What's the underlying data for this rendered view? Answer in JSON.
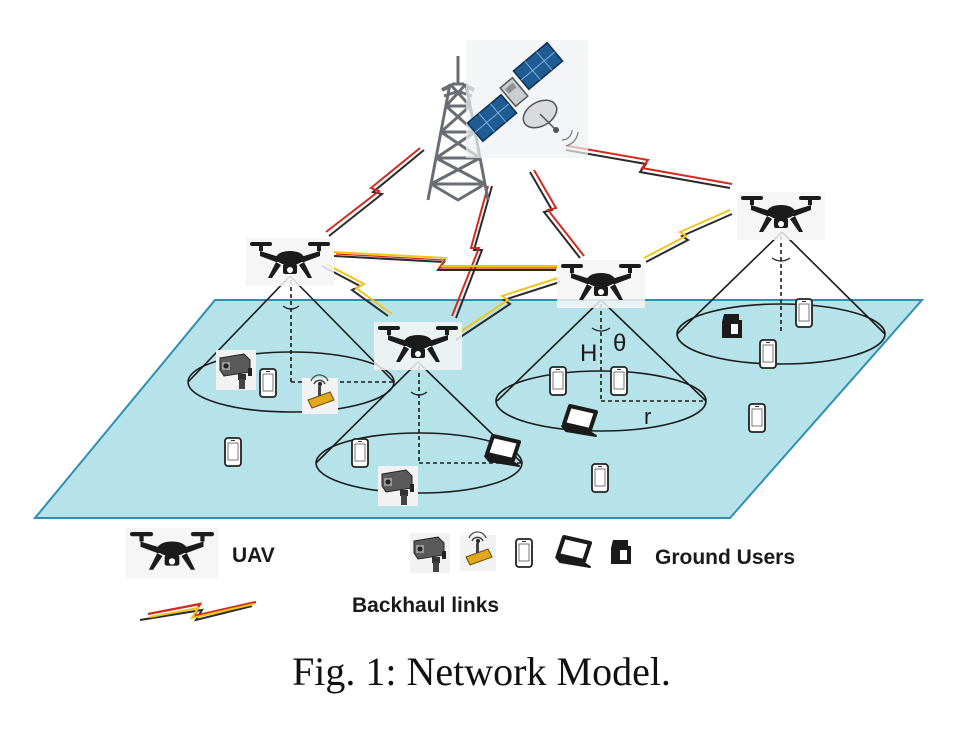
{
  "diagram": {
    "symbols": {
      "height": "H",
      "angle": "θ",
      "radius": "r"
    },
    "legend": {
      "uav_label": "UAV",
      "ground_users_label": "Ground Users",
      "backhaul_label": "Backhaul links"
    },
    "colors": {
      "ground_plane": "#b6e2ea",
      "ground_edge": "#2e8fb3",
      "link_red": "#d42a1e",
      "link_yellow": "#f0c419",
      "link_dark": "#2b2b2b",
      "uav_body": "#1b1b1b",
      "tower": "#6a6d73",
      "satellite_panel": "#1f5c94"
    },
    "icons": [
      "cell-tower-icon",
      "satellite-icon",
      "uav-icon",
      "camera-icon",
      "sensor-icon",
      "phone-icon",
      "laptop-icon",
      "wearable-icon",
      "backhaul-link-icon"
    ]
  },
  "caption": "Fig. 1: Network Model."
}
